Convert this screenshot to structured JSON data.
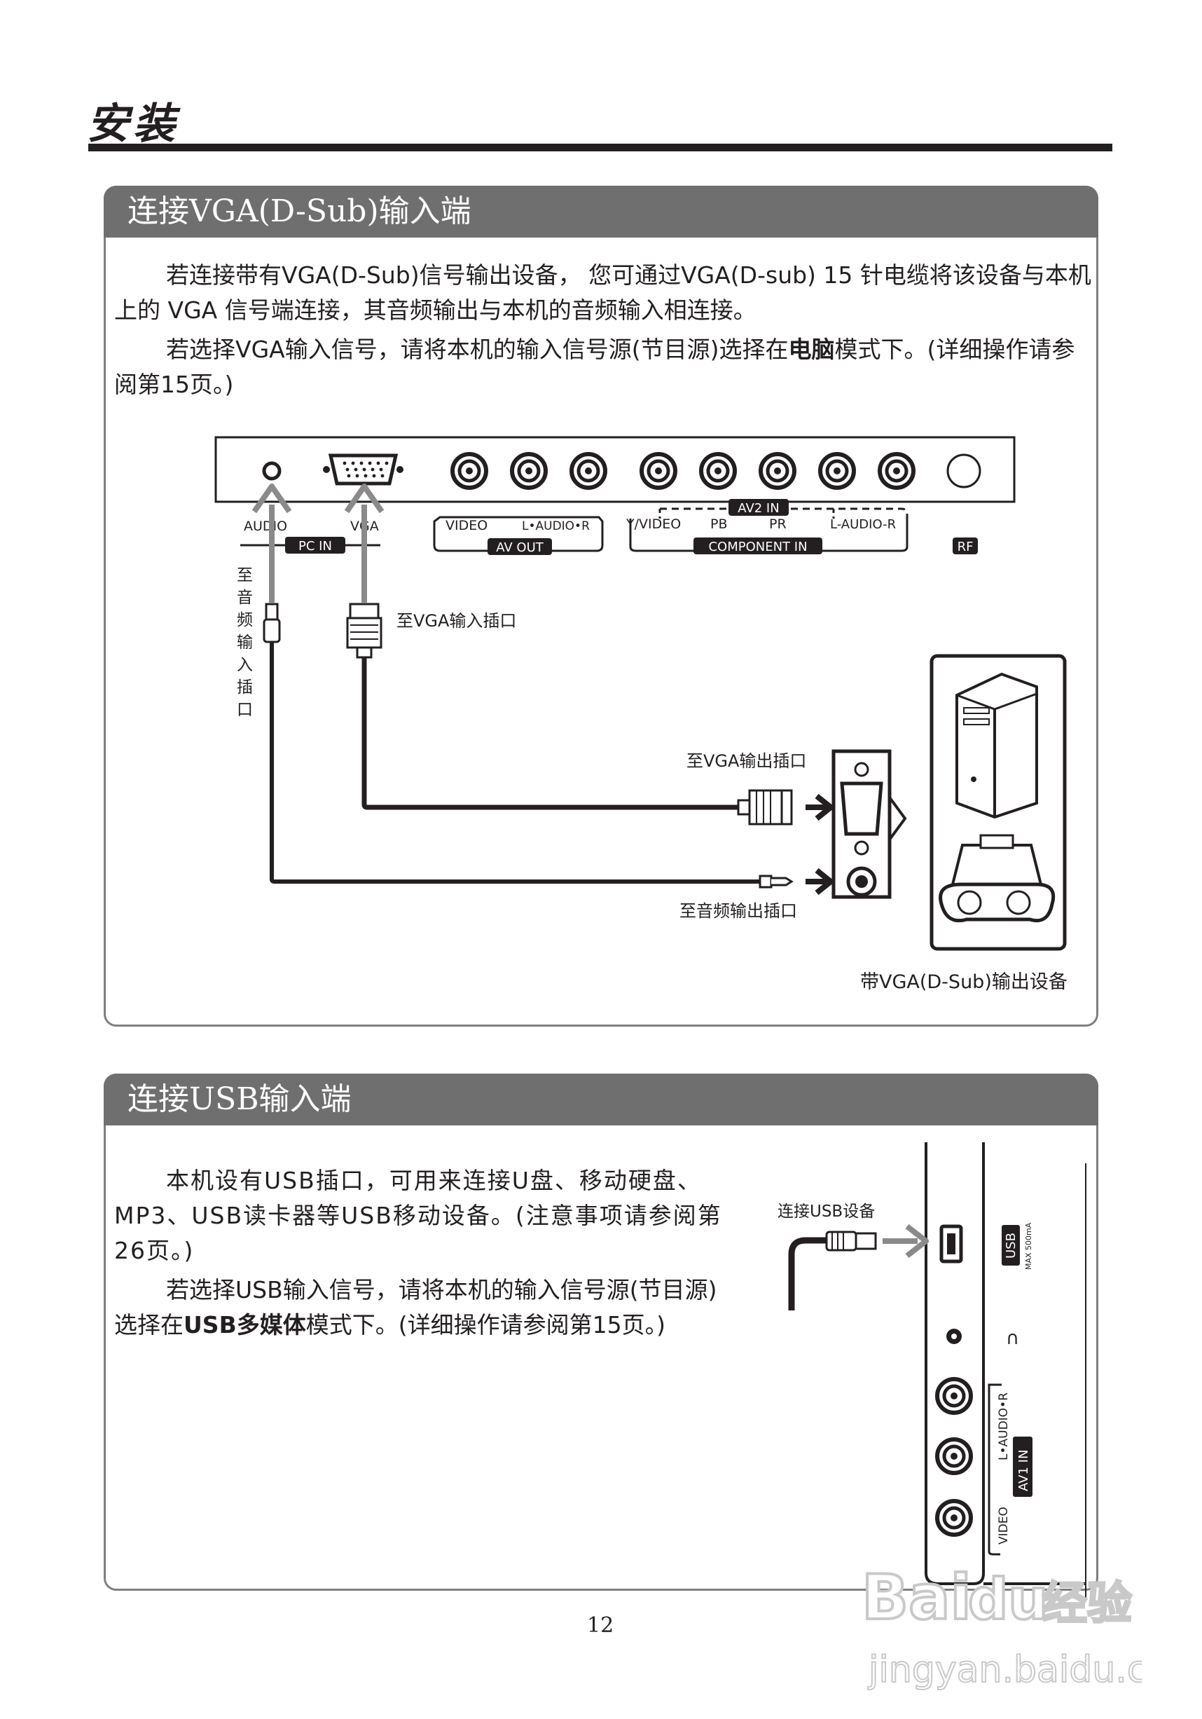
{
  "page": {
    "title": "安装",
    "number": "12"
  },
  "vga_section": {
    "heading": "连接VGA(D-Sub)输入端",
    "paragraph1": "若连接带有VGA(D-Sub)信号输出设备， 您可通过VGA(D-sub) 15 针电缆将该设备与本机上的 VGA 信号端连接，其音频输出与本机的音频输入相连接。",
    "paragraph2_before": "若选择VGA输入信号，请将本机的输入信号源(节目源)选择在",
    "paragraph2_bold": "电脑",
    "paragraph2_after": "模式下。(详细操作请参阅第15页。)",
    "diagram": {
      "ports": {
        "audio": "AUDIO",
        "vga": "VGA",
        "pc_in": "PC IN",
        "video": "VIDEO",
        "l_audio_r": "L•AUDIO•R",
        "av_out": "AV OUT",
        "y_video": "Y/VIDEO",
        "pb": "PB",
        "pr": "PR",
        "av2_in": "AV2 IN",
        "component_l_audio_r": "L-AUDIO-R",
        "component_in": "COMPONENT IN",
        "rf": "RF"
      },
      "label_to_audio_in": "至音频输入插口",
      "label_to_vga_in": "至VGA输入插口",
      "label_to_vga_out": "至VGA输出插口",
      "label_to_audio_out": "至音频输出插口",
      "device_caption": "带VGA(D-Sub)输出设备"
    }
  },
  "usb_section": {
    "heading": "连接USB输入端",
    "paragraph1": "本机设有USB插口，可用来连接U盘、移动硬盘、MP3、USB读卡器等USB移动设备。(注意事项请参阅第26页。)",
    "paragraph2_before": "若选择USB输入信号，请将本机的输入信号源(节目源)选择在",
    "paragraph2_bold": "USB多媒体",
    "paragraph2_after": "模式下。(详细操作请参阅第15页。)",
    "diagram": {
      "connect_label": "连接USB设备",
      "usb": "USB",
      "usb_max": "MAX 500mA",
      "l_audio_r": "L•AUDIO•R",
      "av1_in": "AV1 IN",
      "video": "VIDEO"
    }
  },
  "watermark": {
    "brand": "Bai",
    "brand_du": "du",
    "brand_cn": "经验",
    "url": "jingyan.baidu.com"
  }
}
